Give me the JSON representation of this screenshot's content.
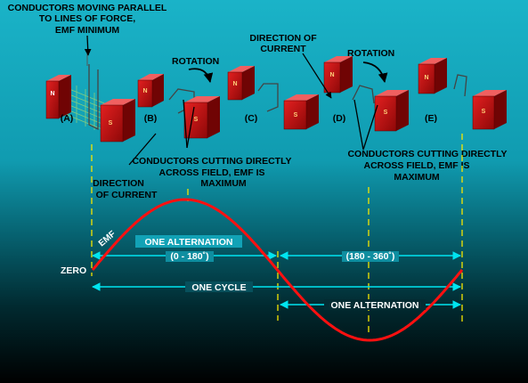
{
  "colors": {
    "background_top": "#19b0c6",
    "background_bottom": "#000000",
    "magnet_red": "#cc1010",
    "emf_wave": "#ff1010",
    "dimension_cyan": "#00e4f0",
    "guide_yellow": "#f5e600"
  },
  "stages": [
    {
      "label": "(A)",
      "north": "N",
      "south": "S"
    },
    {
      "label": "(B)",
      "north": "N",
      "south": "S"
    },
    {
      "label": "(C)",
      "north": "N",
      "south": "S"
    },
    {
      "label": "(D)",
      "north": "N",
      "south": "S"
    },
    {
      "label": "(E)",
      "north": "N",
      "south": "S"
    }
  ],
  "annotations": {
    "parallel_line1": "CONDUCTORS MOVING PARALLEL",
    "parallel_line2": "TO LINES OF FORCE,",
    "parallel_line3": "EMF MINIMUM",
    "rotation_1": "ROTATION",
    "rotation_2": "ROTATION",
    "direction_top_line1": "DIRECTION OF",
    "direction_top_line2": "CURRENT",
    "cutting_1_line1": "CONDUCTORS CUTTING DIRECTLY",
    "cutting_1_line2": "ACROSS FIELD, EMF IS",
    "cutting_1_line3": "MAXIMUM",
    "cutting_2_line1": "CONDUCTORS CUTTING DIRECTLY",
    "cutting_2_line2": "ACROSS FIELD, EMF IS",
    "cutting_2_line3": "MAXIMUM",
    "direction_bottom_line1": "DIRECTION",
    "direction_bottom_line2": "OF CURRENT"
  },
  "waveform": {
    "emf_label": "EMF",
    "zero_label": "ZERO",
    "alternation_1": "ONE ALTERNATION",
    "range_1": "(0 - 180˚)",
    "range_2": "(180 - 360˚)",
    "one_cycle": "ONE CYCLE",
    "alternation_2": "ONE ALTERNATION"
  }
}
